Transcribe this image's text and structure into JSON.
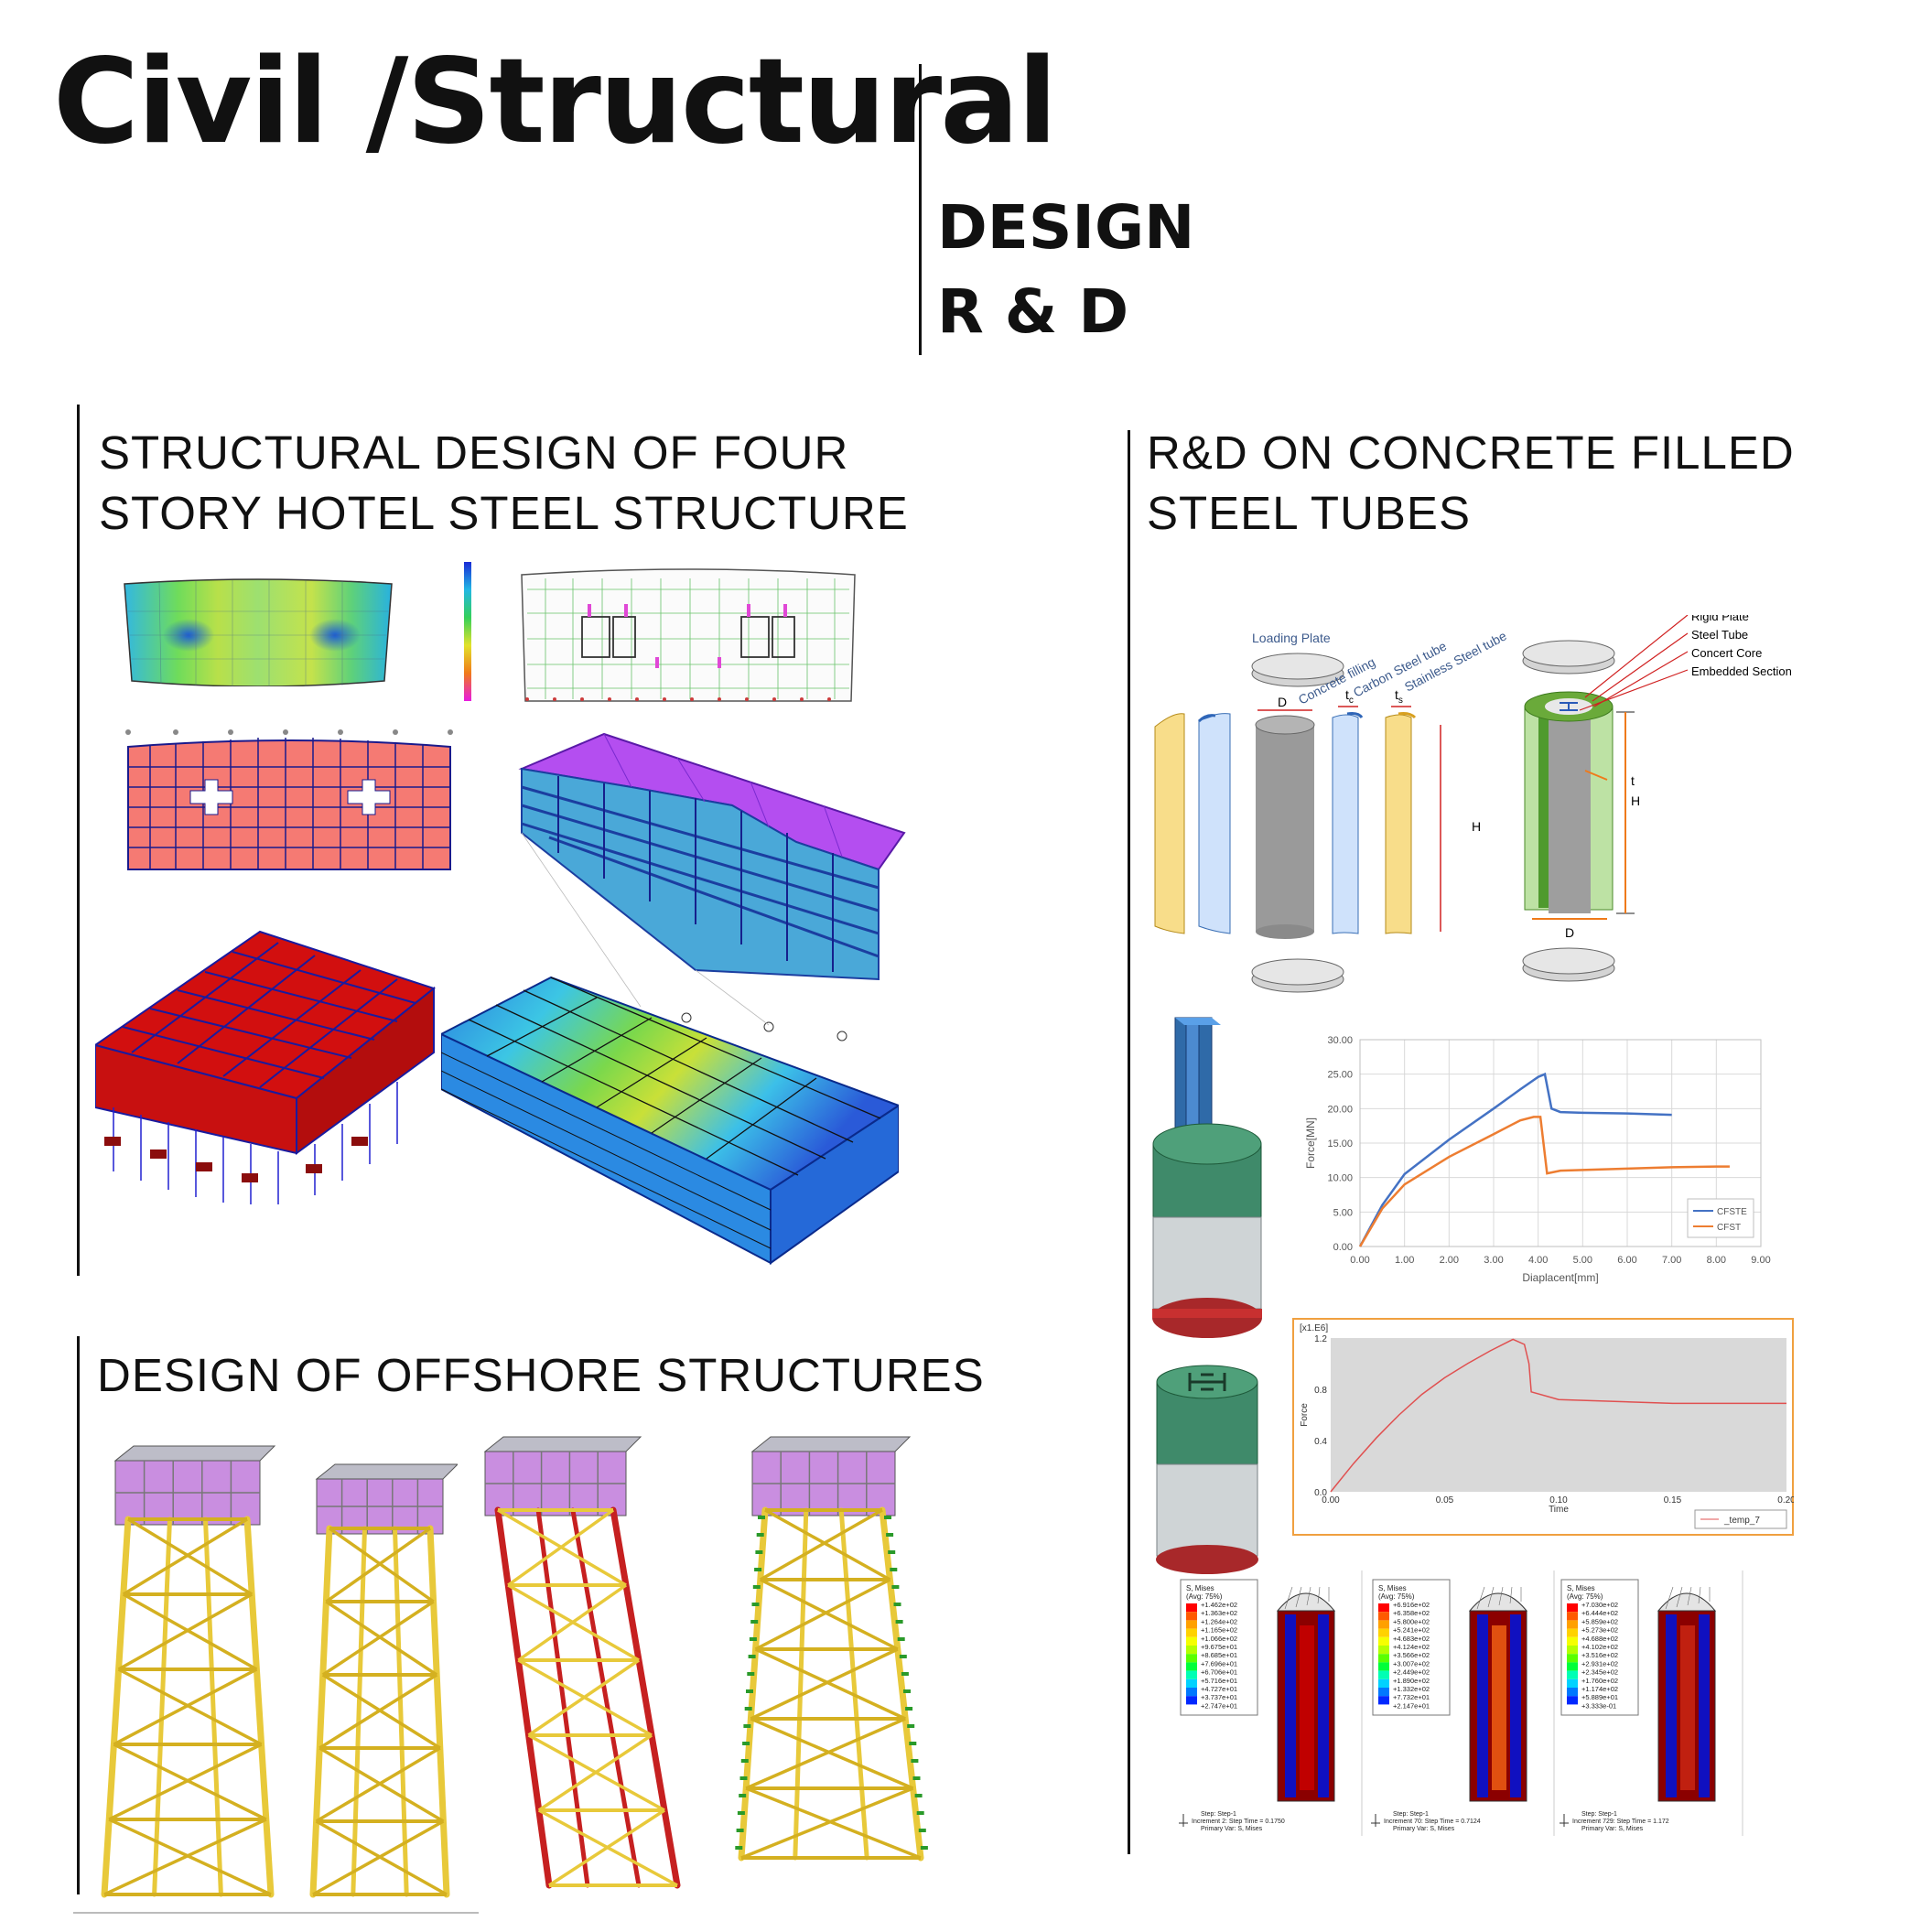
{
  "header": {
    "title": "Civil /Structural",
    "sub1": "DESIGN",
    "sub2": "R & D"
  },
  "sections": {
    "hotel": {
      "line1": "STRUCTURAL DESIGN OF FOUR",
      "line2": "STORY HOTEL STEEL STRUCTURE"
    },
    "offshore": {
      "line1": "DESIGN OF OFFSHORE STRUCTURES"
    },
    "cfst": {
      "line1": "R&D ON CONCRETE FILLED",
      "line2": "STEEL TUBES"
    }
  },
  "cfst_diagram": {
    "loading_plate": "Loading Plate",
    "concrete_filling": "Concrete filling",
    "carbon_steel_tube": "Carbon Steel tube",
    "stainless_steel_tube": "Stainless Steel tube",
    "D": "D",
    "tc": "t",
    "tc_sub": "c",
    "ts": "t",
    "ts_sub": "s",
    "H": "H",
    "rigid_plate": "Rigid Plate",
    "steel_tube": "Steel Tube",
    "concrete_core": "Concert Core",
    "embedded_section": "Embedded Section",
    "t": "t",
    "H2": "H",
    "D2": "D"
  },
  "chart_data": [
    {
      "type": "line",
      "xlabel": "Diaplacent[mm]",
      "ylabel": "Force[MN]",
      "xlim": [
        0,
        9
      ],
      "ylim": [
        0,
        30
      ],
      "x_ticks": [
        "0.00",
        "1.00",
        "2.00",
        "3.00",
        "4.00",
        "5.00",
        "6.00",
        "7.00",
        "8.00",
        "9.00"
      ],
      "y_ticks": [
        "0.00",
        "5.00",
        "10.00",
        "15.00",
        "20.00",
        "25.00",
        "30.00"
      ],
      "series": [
        {
          "name": "CFSTE",
          "color": "#4472c4",
          "x": [
            0,
            0.5,
            1.0,
            2.0,
            3.0,
            3.6,
            4.0,
            4.15,
            4.3,
            4.5,
            5.0,
            6.0,
            7.0
          ],
          "y": [
            0,
            6.0,
            10.5,
            15.5,
            20.0,
            22.8,
            24.6,
            25.0,
            20.0,
            19.5,
            19.4,
            19.3,
            19.1
          ]
        },
        {
          "name": "CFST",
          "color": "#ed7d31",
          "x": [
            0,
            0.5,
            1.0,
            2.0,
            3.0,
            3.6,
            3.9,
            4.05,
            4.2,
            4.5,
            5.0,
            6.0,
            7.0,
            8.0,
            8.3
          ],
          "y": [
            0,
            5.5,
            9.0,
            13.0,
            16.3,
            18.3,
            18.8,
            18.8,
            10.6,
            11.0,
            11.1,
            11.3,
            11.5,
            11.6,
            11.6
          ]
        }
      ]
    },
    {
      "type": "line",
      "xlabel": "Time",
      "ylabel": "Force",
      "scale_label": "[x1.E6]",
      "xlim": [
        0,
        0.2
      ],
      "ylim": [
        0,
        1.2
      ],
      "x_ticks": [
        "0.00",
        "0.05",
        "0.10",
        "0.15",
        "0.20"
      ],
      "y_ticks": [
        "0.0",
        "0.4",
        "0.8",
        "1.2"
      ],
      "series": [
        {
          "name": "_temp_7",
          "color": "#e05050",
          "x": [
            0,
            0.01,
            0.02,
            0.03,
            0.04,
            0.05,
            0.06,
            0.07,
            0.08,
            0.085,
            0.087,
            0.088,
            0.1,
            0.15,
            0.2
          ],
          "y": [
            0,
            0.22,
            0.42,
            0.6,
            0.76,
            0.89,
            1.0,
            1.1,
            1.19,
            1.15,
            1.0,
            0.78,
            0.72,
            0.69,
            0.69
          ]
        }
      ]
    }
  ],
  "fea_panels": [
    {
      "legend_title": "S, Mises",
      "legend_avg": "(Avg: 75%)",
      "values": [
        "+1.462e+02",
        "+1.363e+02",
        "+1.264e+02",
        "+1.165e+02",
        "+1.066e+02",
        "+9.675e+01",
        "+8.685e+01",
        "+7.696e+01",
        "+6.706e+01",
        "+5.716e+01",
        "+4.727e+01",
        "+3.737e+01",
        "+2.747e+01"
      ],
      "step": "Step: Step-1",
      "increment": "Increment    2: Step Time =   0.1750",
      "primary": "Primary Var: S, Mises"
    },
    {
      "legend_title": "S, Mises",
      "legend_avg": "(Avg: 75%)",
      "values": [
        "+6.916e+02",
        "+6.358e+02",
        "+5.800e+02",
        "+5.241e+02",
        "+4.683e+02",
        "+4.124e+02",
        "+3.566e+02",
        "+3.007e+02",
        "+2.449e+02",
        "+1.890e+02",
        "+1.332e+02",
        "+7.732e+01",
        "+2.147e+01"
      ],
      "step": "Step: Step-1",
      "increment": "Increment   70: Step Time =   0.7124",
      "primary": "Primary Var: S, Mises"
    },
    {
      "legend_title": "S, Mises",
      "legend_avg": "(Avg: 75%)",
      "values": [
        "+7.030e+02",
        "+6.444e+02",
        "+5.859e+02",
        "+5.273e+02",
        "+4.688e+02",
        "+4.102e+02",
        "+3.516e+02",
        "+2.931e+02",
        "+2.345e+02",
        "+1.760e+02",
        "+1.174e+02",
        "+5.889e+01",
        "+3.333e-01"
      ],
      "step": "Step: Step-1",
      "increment": "Increment  729: Step Time =   1.172",
      "primary": "Primary Var: S, Mises"
    }
  ],
  "colors": {
    "accent": "#111111",
    "steel_yellow": "#e8c93a",
    "deck_purple": "#c98ee0",
    "tube_green": "#6aa84f"
  }
}
